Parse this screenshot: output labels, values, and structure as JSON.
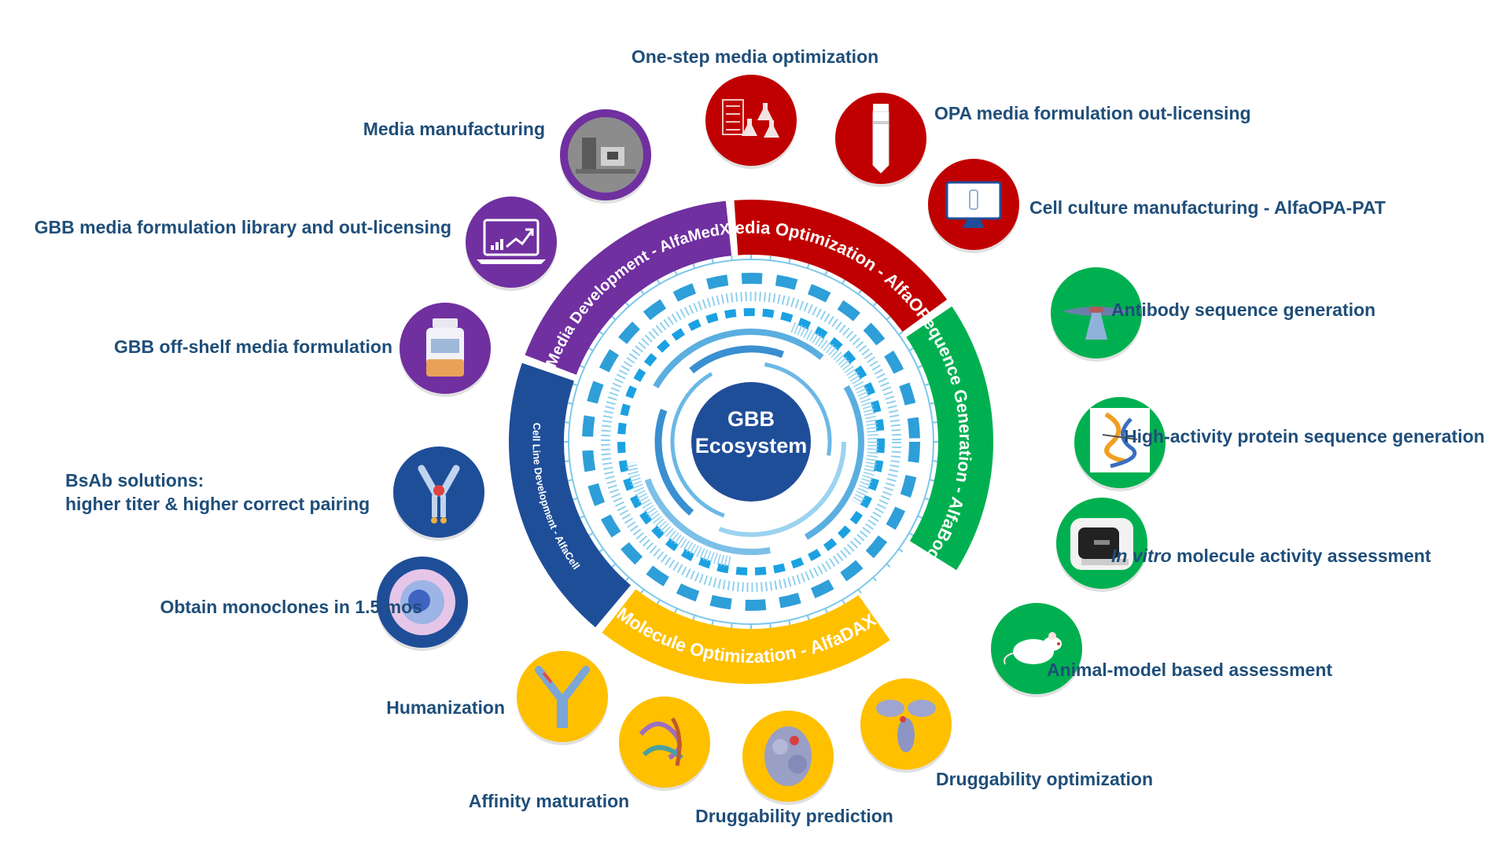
{
  "center": {
    "line1": "GBB",
    "line2": "Ecosystem"
  },
  "colors": {
    "purple": "#7030a0",
    "red": "#c00000",
    "green": "#00b050",
    "yellow": "#ffc000",
    "navy": "#1f4e99",
    "label": "#1f4e79",
    "ring_blue": "#1ba1e2"
  },
  "segments": [
    {
      "key": "media_development",
      "label": "Media Development - AlfaMedX",
      "color": "#7030a0"
    },
    {
      "key": "media_optimization",
      "label": "Media Optimization - AlfaOPA",
      "color": "#c00000"
    },
    {
      "key": "sequence_generation",
      "label": "Sequence Generation - AlfaBody",
      "color": "#00b050"
    },
    {
      "key": "molecule_optimization",
      "label": "Molecule Optimization - AlfaDAX",
      "color": "#ffc000"
    },
    {
      "key": "cell_line_development",
      "label": "Cell Line Development - AlfaCell",
      "color": "#1f4e99"
    }
  ],
  "labels": {
    "media_manufacturing": "Media manufacturing",
    "gbb_formulation_library": "GBB media formulation library and out-licensing",
    "gbb_off_shelf": "GBB off-shelf media formulation",
    "one_step_optimization": "One-step media optimization",
    "opa_out_licensing": "OPA media formulation out-licensing",
    "cell_culture_manufacturing": "Cell culture manufacturing - AlfaOPA-PAT",
    "antibody_sequence": "Antibody sequence generation",
    "high_activity_protein": "High-activity protein sequence generation",
    "in_vitro_italic": "In vitro",
    "in_vitro_rest": " molecule activity assessment",
    "animal_model": "Animal-model based assessment",
    "bsab_line1": "BsAb solutions:",
    "bsab_line2": "higher titer & higher correct pairing",
    "monoclones": "Obtain monoclones in 1.5 mos",
    "humanization": "Humanization",
    "affinity_maturation": "Affinity maturation",
    "druggability_prediction": "Druggability prediction",
    "druggability_optimization": "Druggability optimization"
  },
  "icons": [
    {
      "name": "factory-photo-icon",
      "color": "#7030a0"
    },
    {
      "name": "laptop-chart-icon",
      "color": "#7030a0"
    },
    {
      "name": "media-bottle-icon",
      "color": "#7030a0"
    },
    {
      "name": "lab-flasks-icon",
      "color": "#c00000"
    },
    {
      "name": "test-tube-icon",
      "color": "#c00000"
    },
    {
      "name": "monitor-vial-icon",
      "color": "#c00000"
    },
    {
      "name": "protein-surface-icon",
      "color": "#00b050"
    },
    {
      "name": "protein-ribbon-icon",
      "color": "#00b050"
    },
    {
      "name": "lab-instrument-icon",
      "color": "#00b050"
    },
    {
      "name": "mouse-icon",
      "color": "#00b050"
    },
    {
      "name": "bispecific-antibody-icon",
      "color": "#1f4e99"
    },
    {
      "name": "cell-icon",
      "color": "#1f4e99"
    },
    {
      "name": "antibody-icon",
      "color": "#ffc000"
    },
    {
      "name": "protein-structure-icon",
      "color": "#ffc000"
    },
    {
      "name": "molecule-surface-icon",
      "color": "#ffc000"
    },
    {
      "name": "antibody-surface-icon",
      "color": "#ffc000"
    }
  ]
}
